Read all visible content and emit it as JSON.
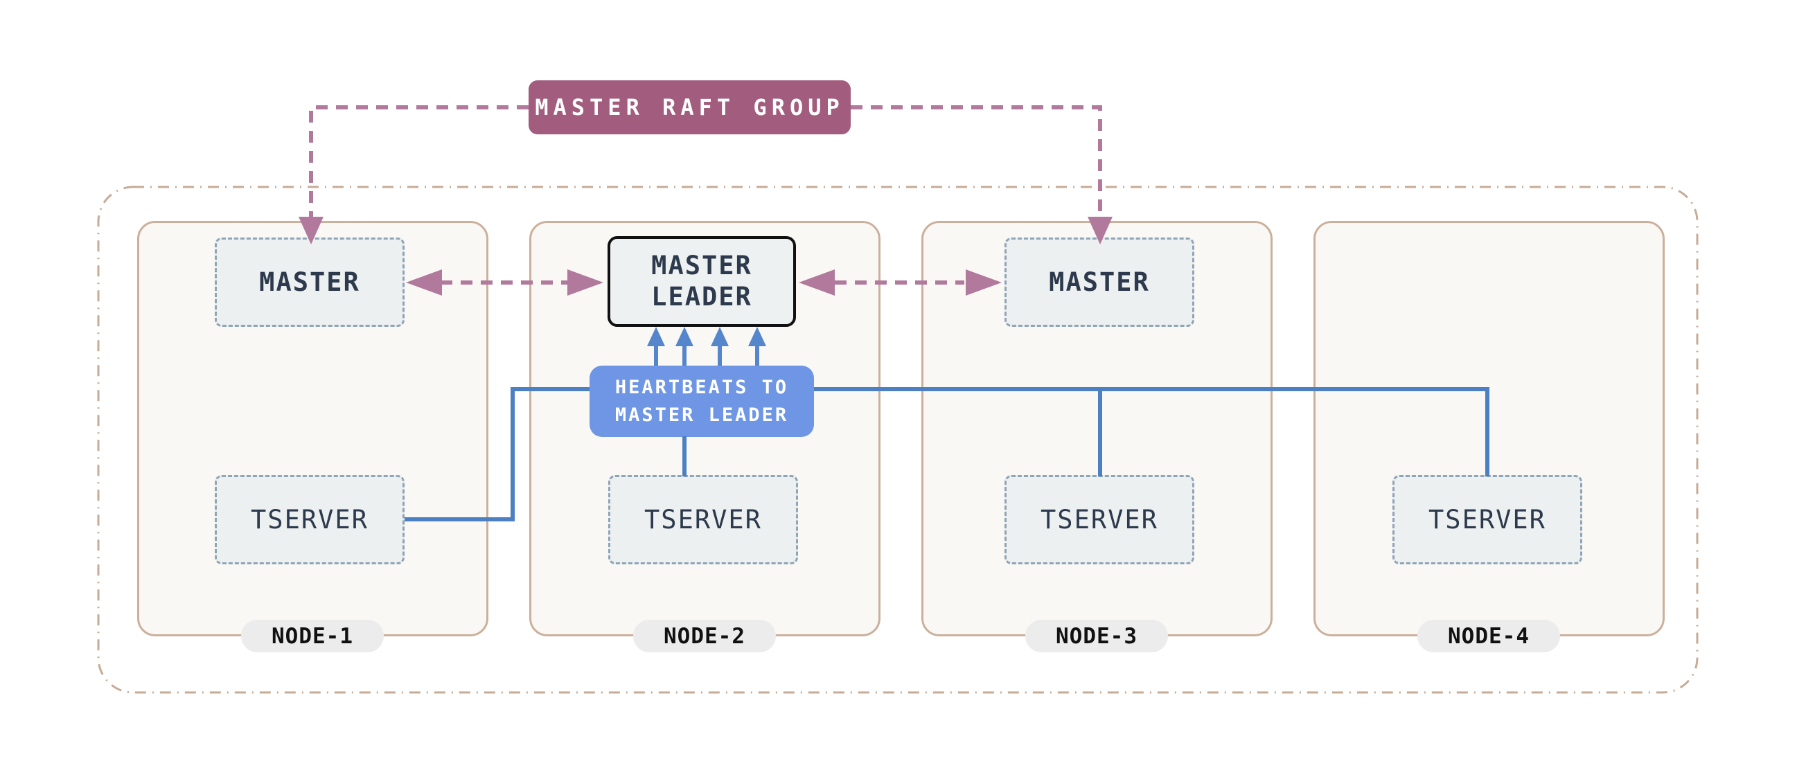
{
  "raft_group": {
    "label": "MASTER RAFT GROUP"
  },
  "heartbeats": {
    "line1": "HEARTBEATS TO",
    "line2": "MASTER LEADER"
  },
  "nodes": [
    {
      "label": "NODE-1",
      "master": "MASTER",
      "tserver": "TSERVER"
    },
    {
      "label": "NODE-2",
      "master_line1": "MASTER",
      "master_line2": "LEADER",
      "tserver": "TSERVER"
    },
    {
      "label": "NODE-3",
      "master": "MASTER",
      "tserver": "TSERVER"
    },
    {
      "label": "NODE-4",
      "tserver": "TSERVER"
    }
  ],
  "colors": {
    "raft_group_bg": "#a25c7e",
    "raft_link": "#b1799c",
    "heartbeats_bg": "#6f96e4",
    "heartbeat_line": "#4d80c2",
    "heartbeat_arrow": "#5586cb",
    "node_border": "#cbb09c",
    "node_fill": "#faf8f5",
    "box_fill": "#edf0f0",
    "box_dashed_border": "#8ea5b8",
    "leader_border": "#111111",
    "component_text": "#2d3a4d",
    "pill_bg": "#ececec",
    "outer_border": "#c6ab96"
  }
}
